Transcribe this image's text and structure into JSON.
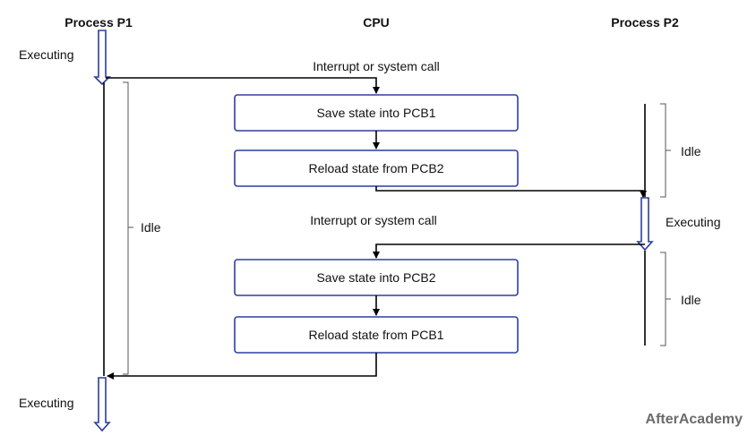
{
  "headers": {
    "p1": "Process P1",
    "cpu": "CPU",
    "p2": "Process P2"
  },
  "labels": {
    "p1_executing_top": "Executing",
    "p1_idle": "Idle",
    "p1_executing_bottom": "Executing",
    "p2_idle_top": "Idle",
    "p2_executing": "Executing",
    "p2_idle_bottom": "Idle",
    "interrupt_1": "Interrupt or system call",
    "interrupt_2": "Interrupt or system call"
  },
  "boxes": {
    "save1": "Save state into PCB1",
    "reload2": "Reload state from PCB2",
    "save2": "Save state into PCB2",
    "reload1": "Reload state from PCB1"
  },
  "watermark": "AfterAcademy",
  "colors": {
    "box_border": "#2f3f9e",
    "exec_arrow": "#2b3d9c",
    "watermark": "#6b6b6b"
  }
}
